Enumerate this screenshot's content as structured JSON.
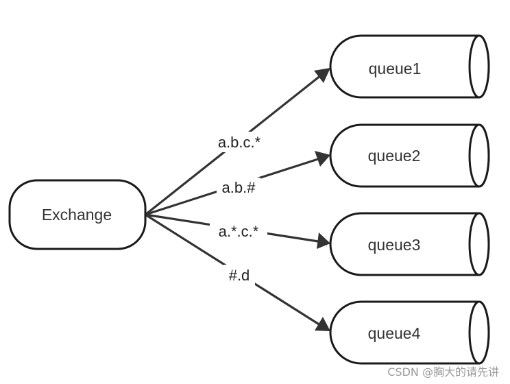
{
  "exchange": {
    "label": "Exchange"
  },
  "queues": [
    {
      "label": "queue1"
    },
    {
      "label": "queue2"
    },
    {
      "label": "queue3"
    },
    {
      "label": "queue4"
    }
  ],
  "bindings": [
    {
      "routing_key": "a.b.c.*",
      "target": "queue1"
    },
    {
      "routing_key": "a.b.#",
      "target": "queue2"
    },
    {
      "routing_key": "a.*.c.*",
      "target": "queue3"
    },
    {
      "routing_key": "#.d",
      "target": "queue4"
    }
  ],
  "watermark": "CSDN @胸大的请先讲",
  "colors": {
    "stroke": "#1a1a1a",
    "edge": "#333333",
    "watermark": "#9a9a9a"
  }
}
